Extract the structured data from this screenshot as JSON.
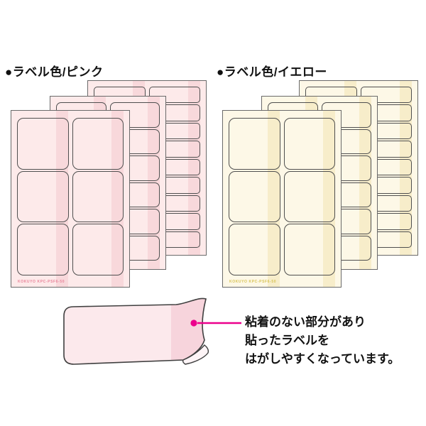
{
  "page": {
    "background": "#ffffff"
  },
  "colors": {
    "pink_base": "#fdeaea",
    "pink_stripe": "#f8d8db",
    "yellow_base": "#fdf8e7",
    "yellow_stripe": "#f7edca",
    "sheet_border": "#6a6a6a",
    "label_border": "#4f4f4f",
    "accent_magenta": "#ec008c",
    "text_black": "#111111",
    "pink_footer_text": "#e8849a",
    "yellow_footer_text": "#d8c355",
    "peel_label_body": "#fce9ec",
    "peel_label_band": "#f7d4dc",
    "peel_label_underside": "#fdf4f6"
  },
  "groups": [
    {
      "id": "pink",
      "heading": "●ラベル色/ピンク",
      "sheets": [
        {
          "name": "small-labels-sheet",
          "cols": 2,
          "rows": 9
        },
        {
          "name": "medium-labels-sheet",
          "cols": 2,
          "rows": 6
        },
        {
          "name": "large-labels-sheet",
          "cols": 2,
          "rows": 3,
          "footer_text": "KOKUYO KPC-PSF6-50"
        }
      ]
    },
    {
      "id": "yellow",
      "heading": "●ラベル色/イエロー",
      "sheets": [
        {
          "name": "small-labels-sheet",
          "cols": 2,
          "rows": 9
        },
        {
          "name": "medium-labels-sheet",
          "cols": 2,
          "rows": 6
        },
        {
          "name": "large-labels-sheet",
          "cols": 2,
          "rows": 3,
          "footer_text": "KOKUYO KPC-PSF6-50"
        }
      ]
    }
  ],
  "callout": {
    "lines": [
      "粘着のない部分があり",
      "貼ったラベルを",
      "はがしやすくなっています。"
    ]
  }
}
